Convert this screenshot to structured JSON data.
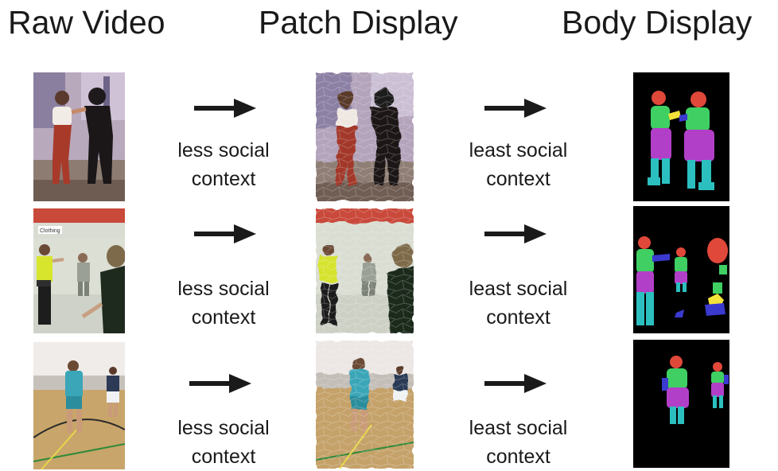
{
  "headers": {
    "raw": "Raw Video",
    "patch": "Patch Display",
    "body": "Body Display"
  },
  "rows": [
    {
      "first_label": [
        "less social",
        "context"
      ],
      "second_label": [
        "least social",
        "context"
      ]
    },
    {
      "first_label": [
        "less social",
        "context"
      ],
      "second_label": [
        "least social",
        "context"
      ]
    },
    {
      "first_label": [
        "less social",
        "context"
      ],
      "second_label": [
        "least social",
        "context"
      ]
    }
  ],
  "sign_text": "Clothing",
  "colors": {
    "text": "#1a1a1a",
    "arrow": "#1a1a1a",
    "body_bg": "#000000",
    "head": "#e0483a",
    "torso": "#3fcf63",
    "hips": "#b23fc8",
    "legs": "#2bc0bf",
    "arms": "#3a3ad0",
    "hands": "#f2e23a"
  }
}
